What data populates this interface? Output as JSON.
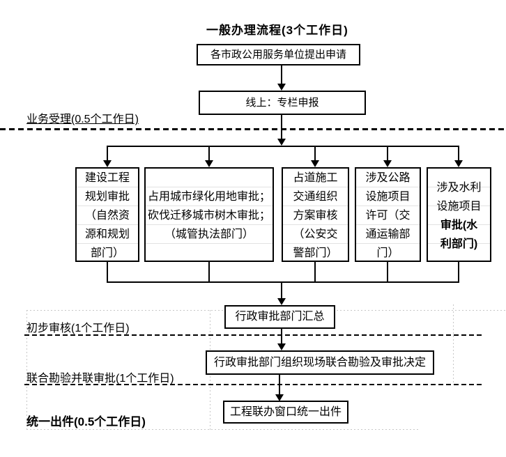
{
  "title": "一般办理流程(3个工作日)",
  "stage_labels": {
    "accept": "业务受理(0.5个工作日)",
    "review": "初步审核(1个工作日)",
    "joint": "联合勘验并联审批(1个工作日)",
    "output": "统一出件(0.5个工作日)"
  },
  "nodes": {
    "apply": "各市政公用服务单位提出申请",
    "online": "线上：专栏申报",
    "summary": "行政审批部门汇总",
    "joint_review": "行政审批部门组织现场联合勘验及审批决定",
    "final_output": "工程联办窗口统一出件"
  },
  "branches": [
    {
      "normal": "建设工程\n规划审批\n（自然资\n源和规划\n部门）",
      "bold": ""
    },
    {
      "normal": "占用城市绿化用地审批；\n砍伐迁移城市树木审批；\n（城管执法部门）",
      "bold": ""
    },
    {
      "normal": "占道施工\n交通组织\n方案审核\n（公安交\n警部门）",
      "bold": ""
    },
    {
      "normal": "涉及公路\n设施项目\n许可（交\n通运输部\n门）",
      "bold": ""
    },
    {
      "normal": "涉及水利\n设施项目",
      "bold": "审批(水\n利部门)"
    }
  ],
  "colors": {
    "line": "#000000",
    "grid": "#c6c6c6",
    "background": "#ffffff"
  }
}
